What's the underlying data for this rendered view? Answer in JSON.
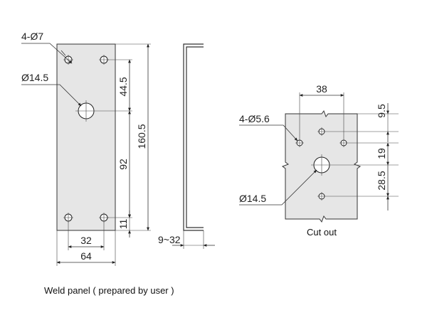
{
  "weld_panel": {
    "label_holes_small": "4-Ø7",
    "label_hole_big": "Ø14.5",
    "dim_44_5": "44.5",
    "dim_160_5": "160.5",
    "dim_92": "92",
    "dim_11": "11",
    "dim_32": "32",
    "dim_64": "64",
    "dim_9_32": "9~32",
    "caption": "Weld panel ( prepared by user )"
  },
  "cutout": {
    "dim_38": "38",
    "label_holes_small": "4-Ø5.6",
    "label_hole_big": "Ø14.5",
    "dim_9_5": "9.5",
    "dim_19": "19",
    "dim_28_5": "28.5",
    "caption": "Cut out"
  }
}
